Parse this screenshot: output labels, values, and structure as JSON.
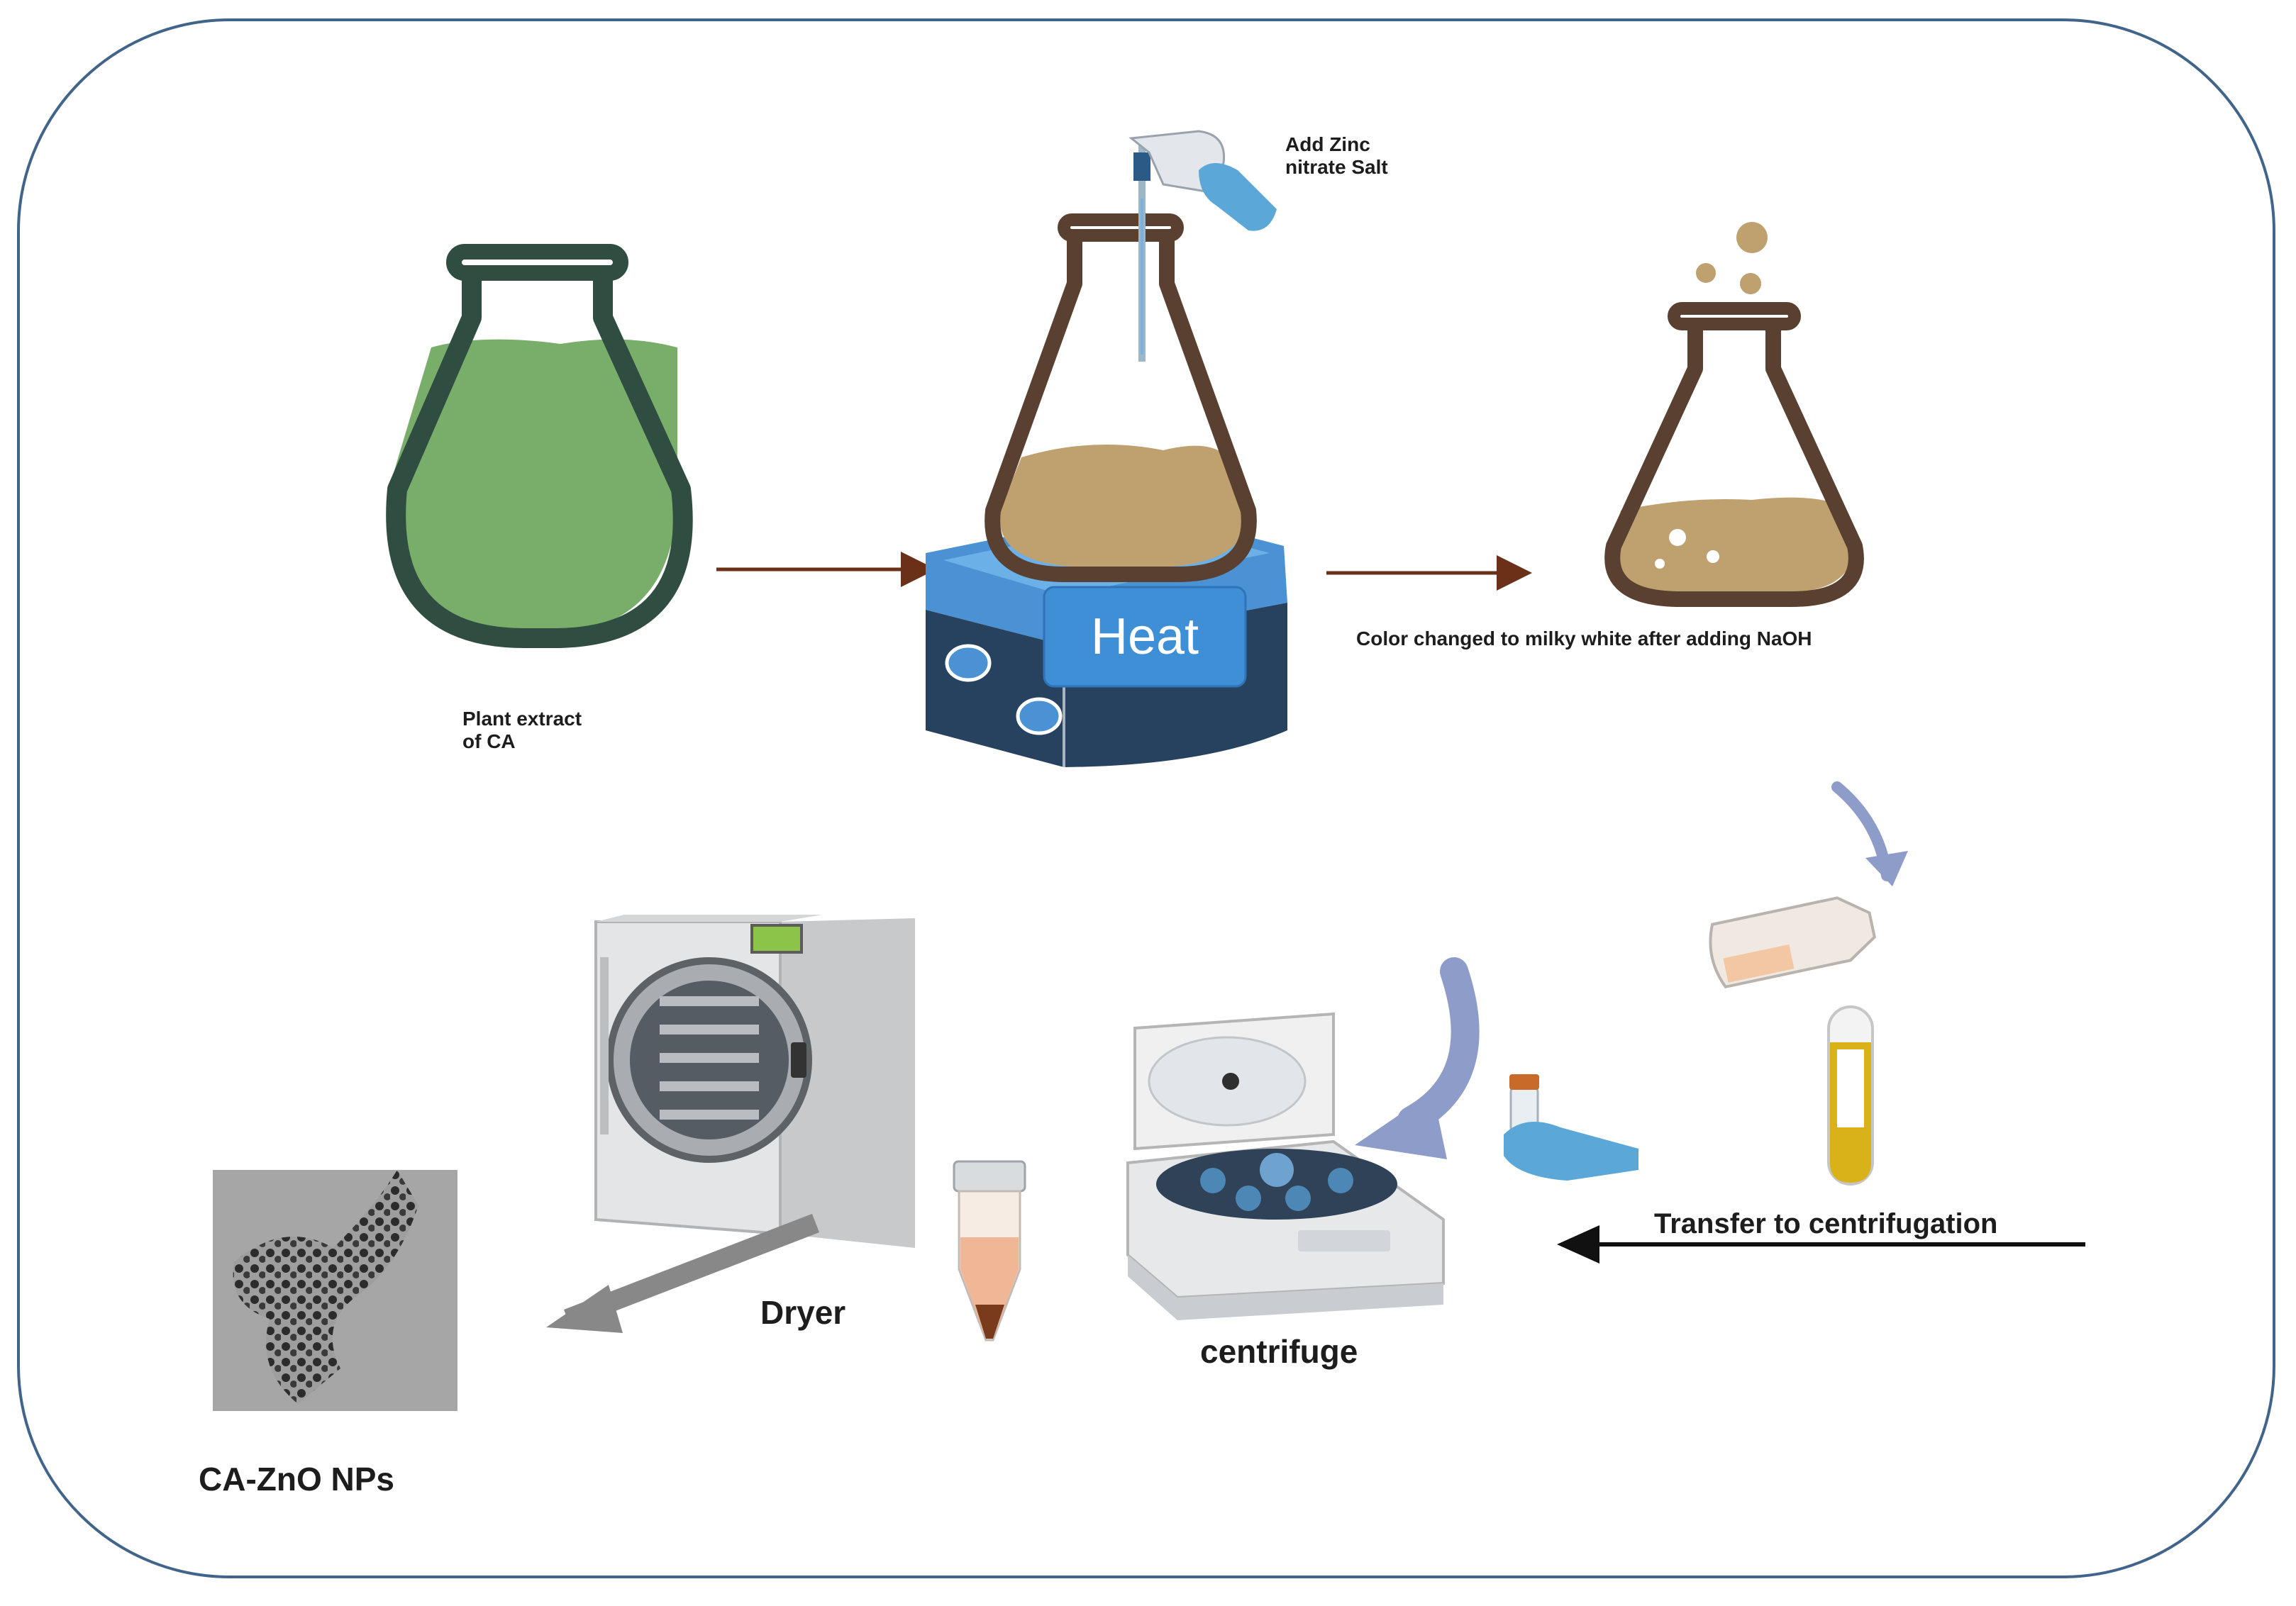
{
  "labels": {
    "zinc": "Add Zinc\nnitrate Salt",
    "heat": "Heat",
    "plant_extract": "Plant extract\nof CA",
    "color_change": "Color changed to milky white after adding NaOH",
    "transfer": "Transfer to centrifugation",
    "centrifuge": "centrifuge",
    "dryer": "Dryer",
    "product": "CA-ZnO NPs"
  },
  "colors": {
    "frame": "#41648a",
    "flask_green_outline": "#2f4d40",
    "green_liquid": "#78ae6a",
    "flask_brown_outline": "#5a4030",
    "brown_liquid": "#bfa170",
    "hotplate_blue": "#4a92d3",
    "hotplate_dark": "#27425f",
    "heat_box": "#3e8fd6",
    "arrow_brown": "#6b3018",
    "arrow_black": "#111111",
    "curved_arrow": "#8d9cc8",
    "gray_arrow": "#888888"
  },
  "icons": [
    "pipette-icon",
    "gloved-hand-icon",
    "bubbles-icon",
    "flask-icon",
    "hotplate-icon",
    "test-tube-icon",
    "centrifuge-tube-icon",
    "centrifuge-icon",
    "freeze-dryer-icon",
    "tem-image-icon"
  ]
}
